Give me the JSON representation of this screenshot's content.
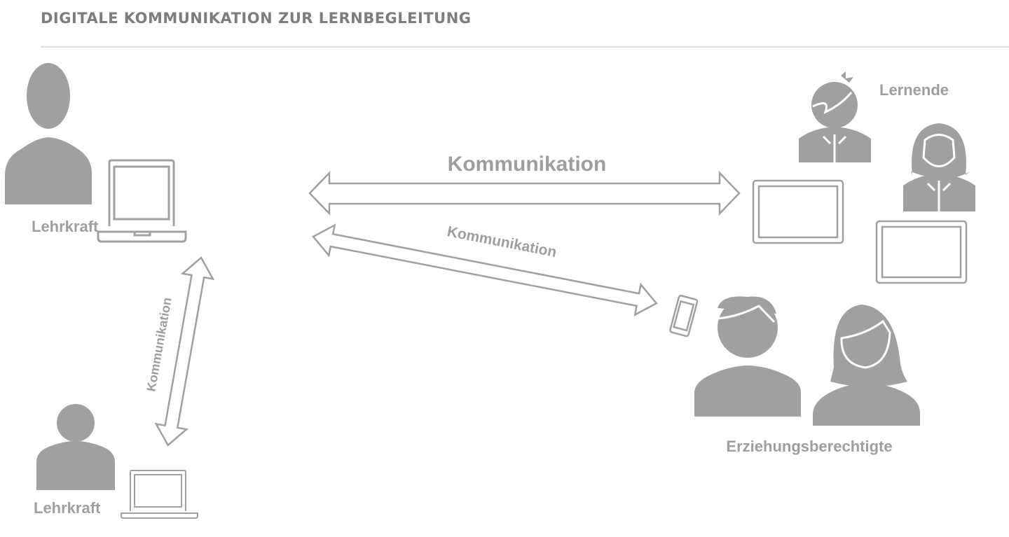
{
  "header": {
    "title": "DIGITALE KOMMUNIKATION ZUR LERNBEGLEITUNG"
  },
  "diagram": {
    "teacher_main_label": "Lehrkraft",
    "teacher_second_label": "Lehrkraft",
    "learners_label": "Lernende",
    "guardians_label": "Erziehungsberechtigte",
    "arrow_learners_label": "Kommunikation",
    "arrow_guardians_label": "Kommunikation",
    "arrow_teachers_label": "Kommunikation"
  },
  "colors": {
    "figure": "#a0a0a0",
    "title": "#7d7d7d",
    "rule": "#dedede"
  }
}
